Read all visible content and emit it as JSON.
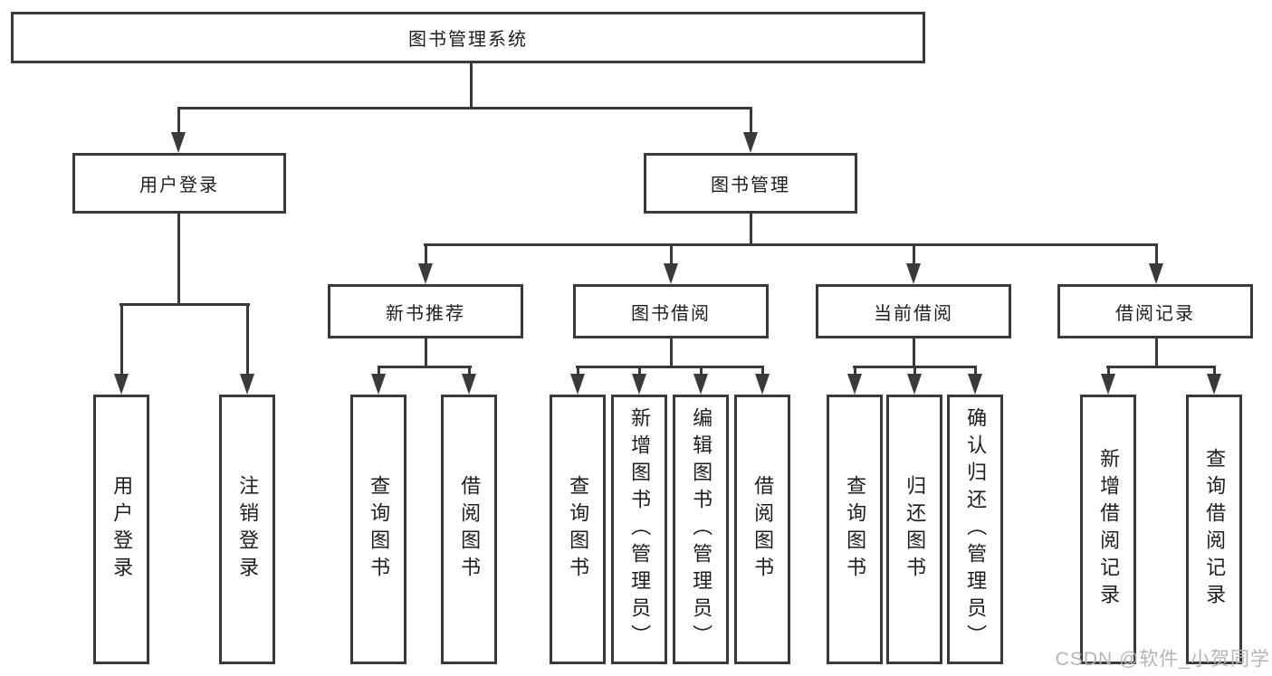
{
  "tree": {
    "root": {
      "label": "图书管理系统"
    },
    "branches": [
      {
        "label": "用户登录",
        "children": [
          {
            "label": "用户登录"
          },
          {
            "label": "注销登录"
          }
        ]
      },
      {
        "label": "图书管理",
        "children": [
          {
            "label": "新书推荐",
            "children": [
              {
                "label": "查询图书"
              },
              {
                "label": "借阅图书"
              }
            ]
          },
          {
            "label": "图书借阅",
            "children": [
              {
                "label": "查询图书"
              },
              {
                "label": "新增图书（管理员）"
              },
              {
                "label": "编辑图书（管理员）"
              },
              {
                "label": "借阅图书"
              }
            ]
          },
          {
            "label": "当前借阅",
            "children": [
              {
                "label": "查询图书"
              },
              {
                "label": "归还图书"
              },
              {
                "label": "确认归还（管理员）"
              }
            ]
          },
          {
            "label": "借阅记录",
            "children": [
              {
                "label": "新增借阅记录"
              },
              {
                "label": "查询借阅记录"
              }
            ]
          }
        ]
      }
    ]
  },
  "watermark": {
    "text": "CSDN @软件_小贺同学"
  },
  "colors": {
    "line": "#3a3a3a",
    "box_border": "#3a3a3a",
    "box_fill": "#ffffff",
    "text": "#1e1e1e",
    "watermark": "#b5b5b5",
    "background": "#ffffff"
  }
}
